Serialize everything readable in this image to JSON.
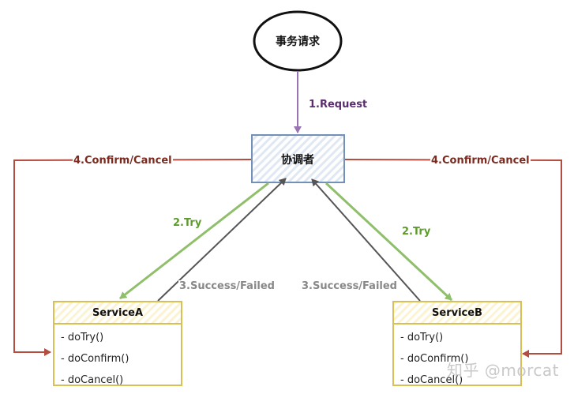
{
  "diagram": {
    "nodes": {
      "request": "事务请求",
      "coordinator": "协调者",
      "service_a": {
        "title": "ServiceA",
        "methods": [
          "- doTry()",
          "- doConfirm()",
          "- doCancel()"
        ]
      },
      "service_b": {
        "title": "ServiceB",
        "methods": [
          "- doTry()",
          "- doConfirm()",
          "- doCancel()"
        ]
      }
    },
    "edges": {
      "request": "1.Request",
      "try_a": "2.Try",
      "try_b": "2.Try",
      "result_a": "3.Success/Failed",
      "result_b": "3.Success/Failed",
      "confirm_left": "4.Confirm/Cancel",
      "confirm_right": "4.Confirm/Cancel"
    },
    "colors": {
      "request_arrow": "#9a74b0",
      "request_label": "#5a2d6e",
      "coordinator_border": "#7390b6",
      "coordinator_fill": "#dfe8f3",
      "try_arrow": "#8fbf6a",
      "try_label": "#5e9b2e",
      "result_arrow": "#555555",
      "result_label": "#888888",
      "confirm_arrow": "#b34d3f",
      "confirm_label": "#7a2a1f",
      "service_border": "#d8bf56"
    }
  },
  "watermark": "知乎 @morcat"
}
